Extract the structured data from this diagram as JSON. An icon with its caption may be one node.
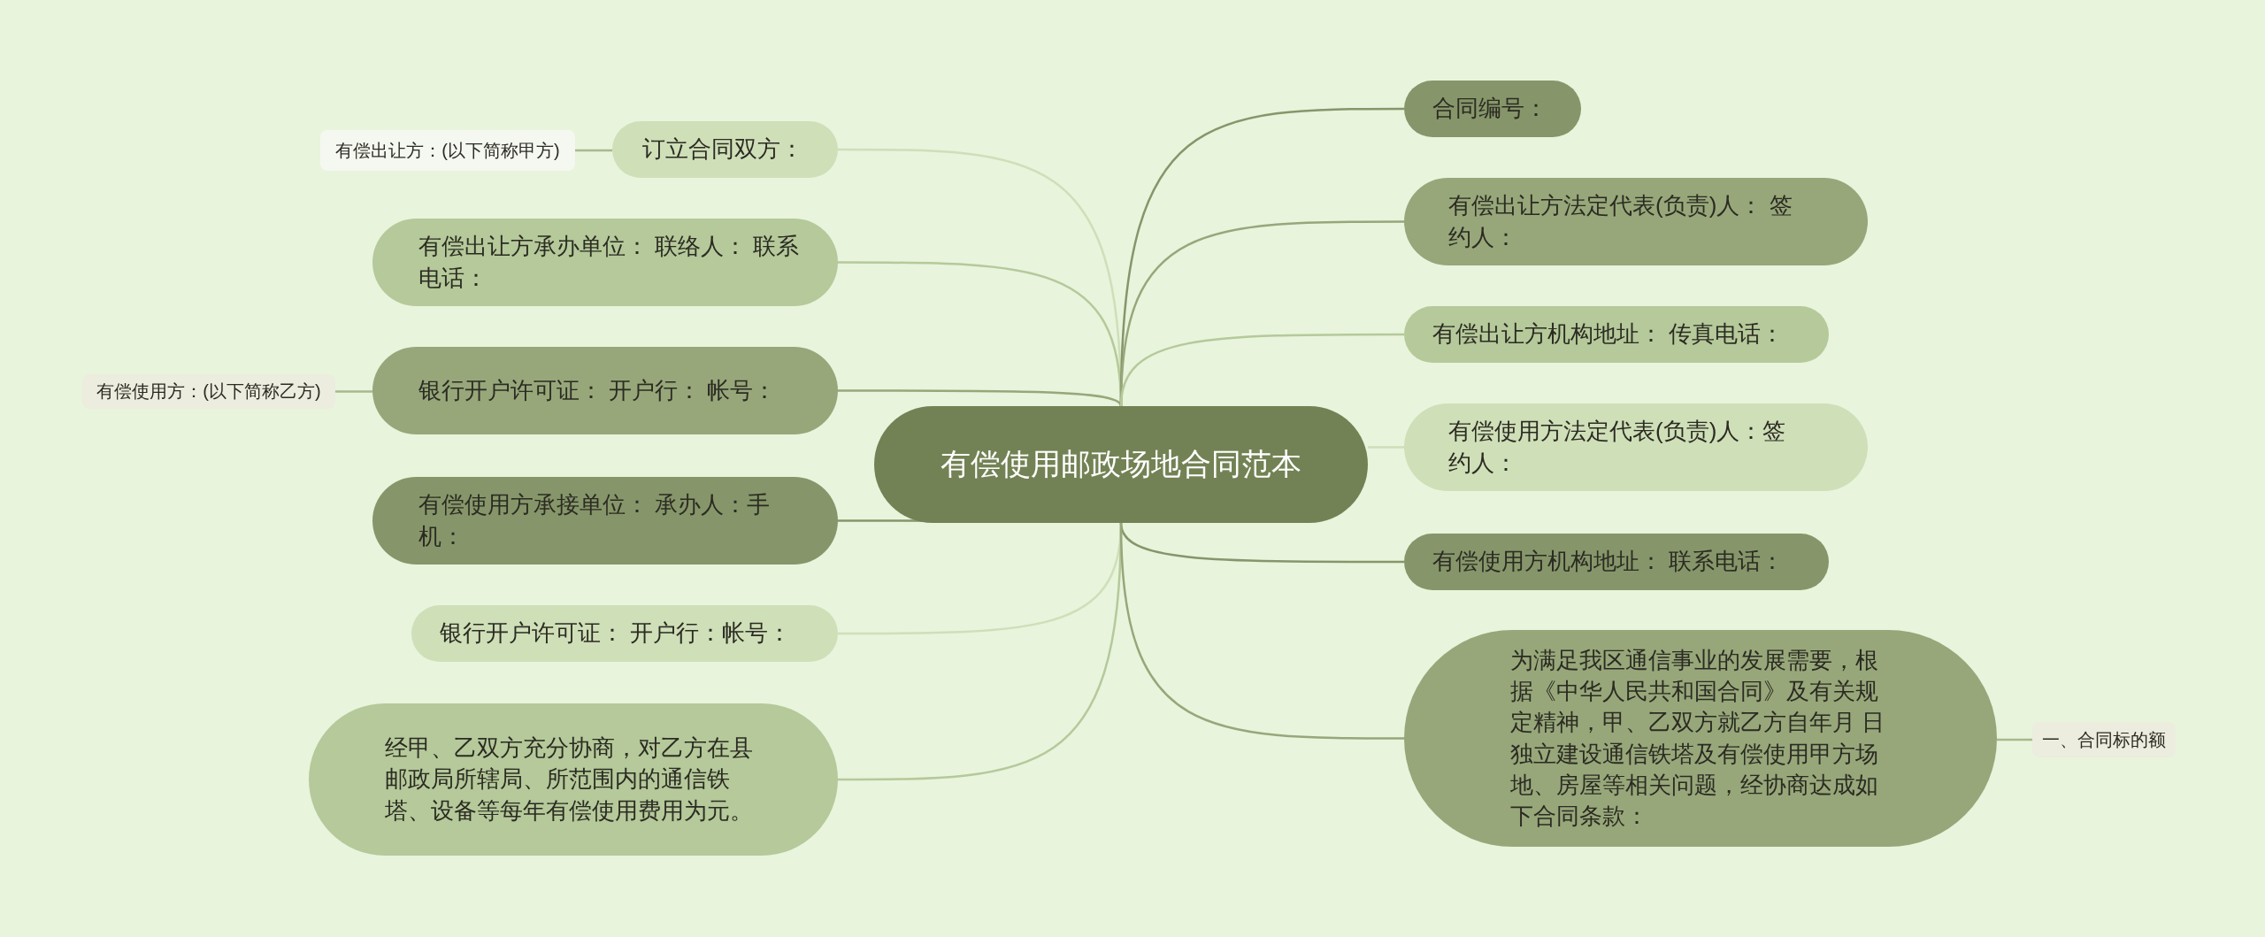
{
  "diagram": {
    "nodes": [
      {
        "text": [
          "有偿使用邮政场地合同范本"
        ]
      },
      {
        "text": [
          "订立合同双方："
        ]
      },
      {
        "text": [
          "有偿出让方：(以下简称甲方)"
        ]
      },
      {
        "text": [
          "有偿出让方承办单位：  联络人：  联系电话："
        ]
      },
      {
        "text": [
          "银行开户许可证：  开户行：  帐号："
        ]
      },
      {
        "text": [
          "有偿使用方：(以下简称乙方)"
        ]
      },
      {
        "text": [
          "有偿使用方承接单位：  承办人：手机："
        ]
      },
      {
        "text": [
          "银行开户许可证：  开户行：帐号："
        ]
      },
      {
        "text": [
          "经甲、乙双方充分协商，对乙方在县邮政局所辖局、所范围内的通信铁塔、设备等每年有偿使用费用为元。"
        ]
      },
      {
        "text": [
          "合同编号："
        ]
      },
      {
        "text": [
          "有偿出让方法定代表(负责)人：  签约人："
        ]
      },
      {
        "text": [
          "有偿出让方机构地址：  传真电话："
        ]
      },
      {
        "text": [
          "有偿使用方法定代表(负责)人：签约人："
        ]
      },
      {
        "text": [
          "有偿使用方机构地址：  联系电话："
        ]
      },
      {
        "text": [
          "为满足我区通信事业的发展需要，根据《中华人民共和国合同》及有关规定精神，甲、乙双方就乙方自年月 日独立建设通信铁塔及有偿使用甲方场地、房屋等相关问题，经协商达成如下合同条款："
        ]
      },
      {
        "text": [
          "一、合同标的额"
        ]
      }
    ],
    "edges": [
      {
        "from": 0,
        "to": 1,
        "arrow": "none"
      },
      {
        "from": 1,
        "to": 2,
        "arrow": "none"
      },
      {
        "from": 0,
        "to": 3,
        "arrow": "none"
      },
      {
        "from": 0,
        "to": 4,
        "arrow": "none"
      },
      {
        "from": 4,
        "to": 5,
        "arrow": "none"
      },
      {
        "from": 0,
        "to": 6,
        "arrow": "none"
      },
      {
        "from": 0,
        "to": 7,
        "arrow": "none"
      },
      {
        "from": 0,
        "to": 8,
        "arrow": "none"
      },
      {
        "from": 0,
        "to": 9,
        "arrow": "none"
      },
      {
        "from": 0,
        "to": 10,
        "arrow": "none"
      },
      {
        "from": 0,
        "to": 11,
        "arrow": "none"
      },
      {
        "from": 0,
        "to": 12,
        "arrow": "none"
      },
      {
        "from": 0,
        "to": 13,
        "arrow": "none"
      },
      {
        "from": 0,
        "to": 14,
        "arrow": "none"
      },
      {
        "from": 14,
        "to": 15,
        "arrow": "none"
      }
    ]
  }
}
